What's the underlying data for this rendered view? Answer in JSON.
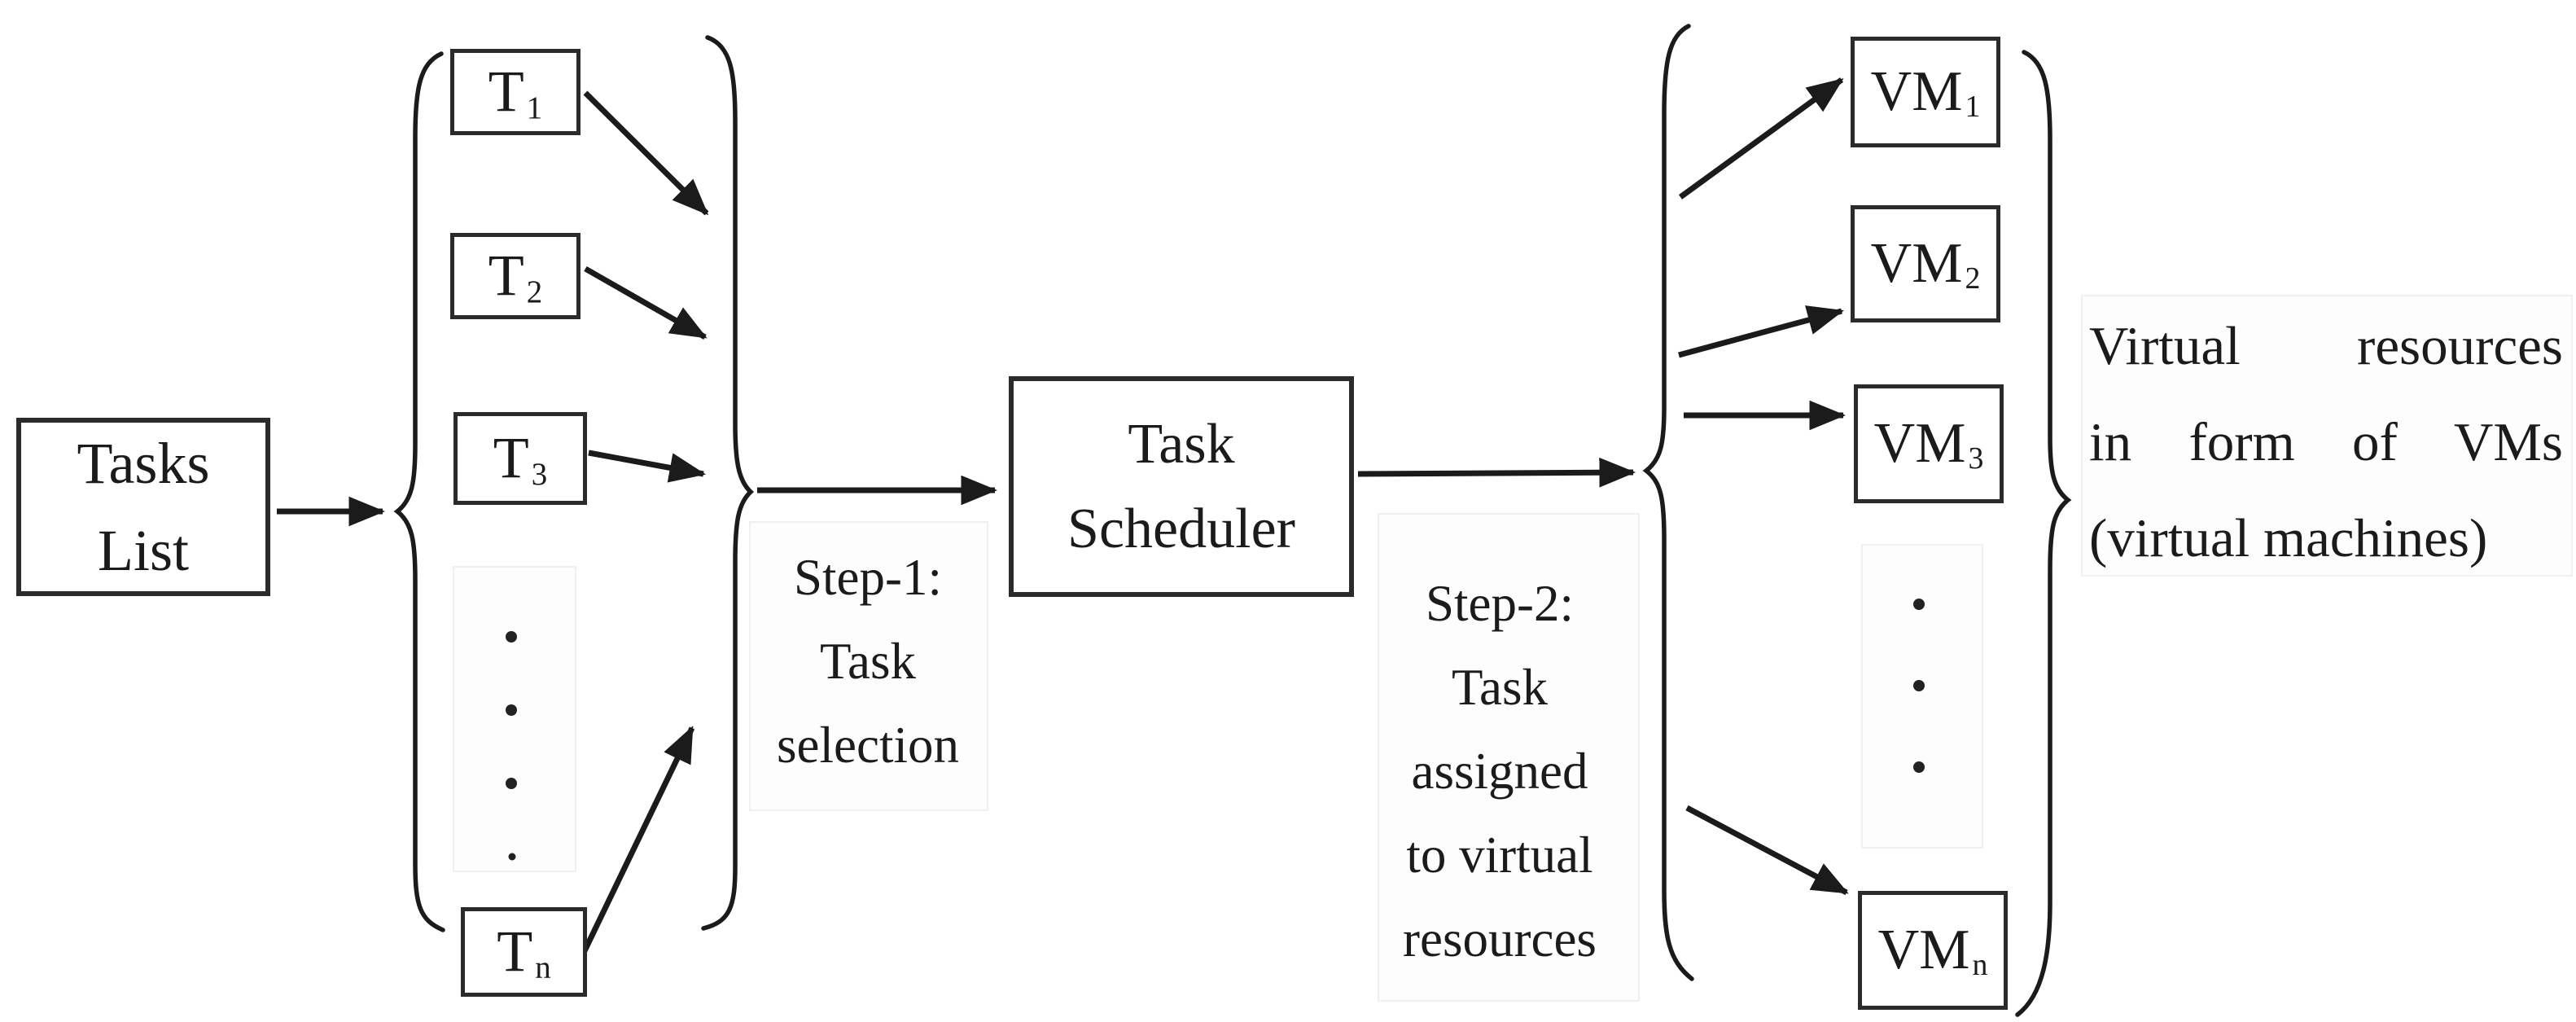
{
  "figure": {
    "colors": {
      "background": "#ffffff",
      "ink": "#1b1b1b",
      "box_border": "#2b2b2b"
    },
    "tasks_list_box": {
      "lines": [
        "Tasks",
        "List"
      ]
    },
    "task_group": {
      "items": [
        {
          "base": "T",
          "sub": "1"
        },
        {
          "base": "T",
          "sub": "2"
        },
        {
          "base": "T",
          "sub": "3"
        },
        {
          "base": "T",
          "sub": "n"
        }
      ]
    },
    "step1_label": {
      "lines": [
        "Step-1:",
        "Task",
        "selection"
      ]
    },
    "scheduler_box": {
      "lines": [
        "Task",
        "Scheduler"
      ]
    },
    "step2_label": {
      "lines": [
        "Step-2:",
        "Task",
        "assigned",
        "to virtual",
        "resources"
      ]
    },
    "vm_group": {
      "items": [
        {
          "base": "VM",
          "sub": "1"
        },
        {
          "base": "VM",
          "sub": "2"
        },
        {
          "base": "VM",
          "sub": "3"
        },
        {
          "base": "VM",
          "sub": "n"
        }
      ]
    },
    "right_note": {
      "lines": [
        "Virtual resources",
        "in form of VMs",
        "(virtual machines)"
      ]
    }
  }
}
